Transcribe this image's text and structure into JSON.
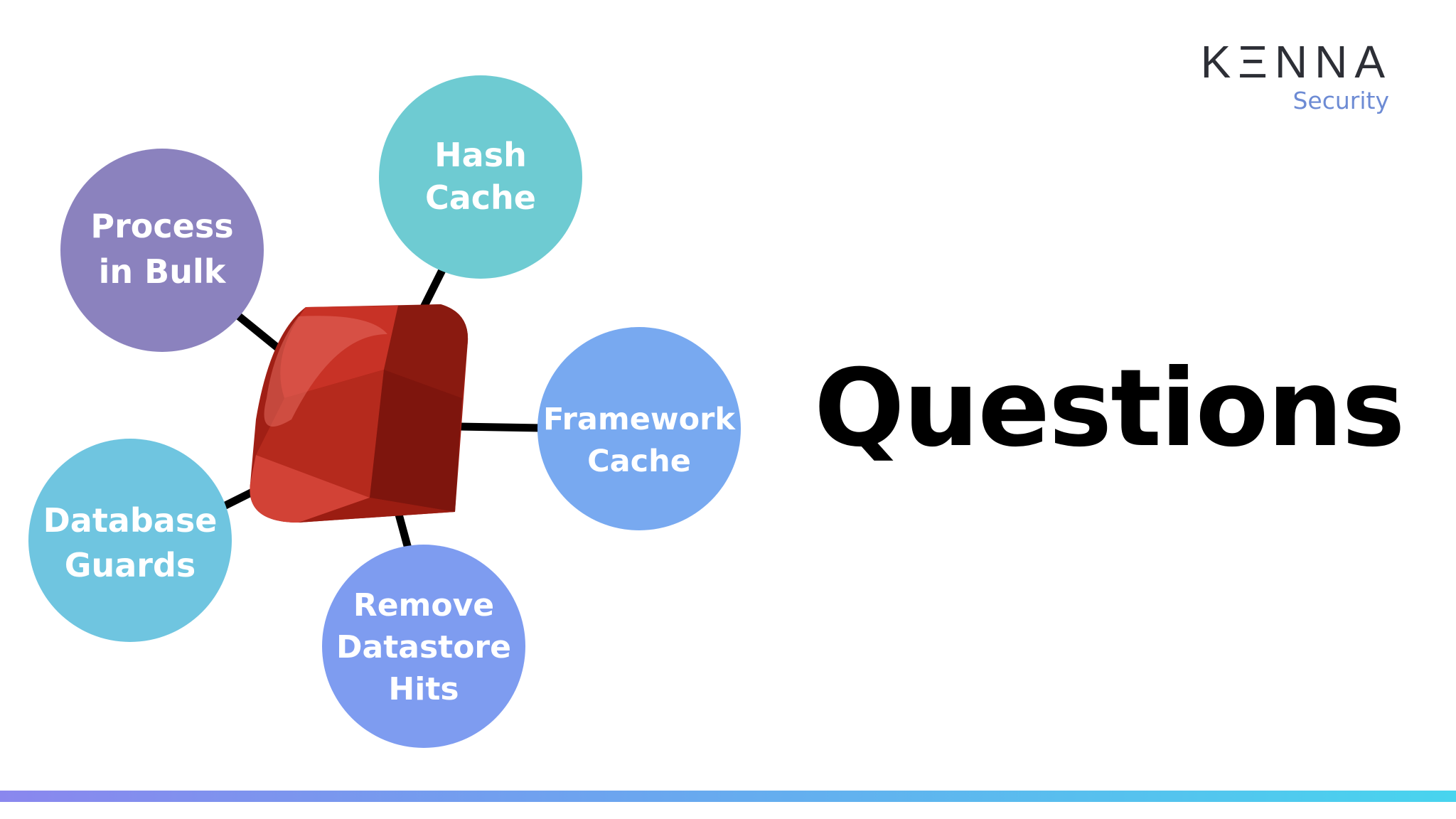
{
  "logo": {
    "word": "KΞNNA",
    "sub": "Security"
  },
  "title": "Questions",
  "nodes": {
    "process_in_bulk": {
      "line1": "Process",
      "line2": "in Bulk",
      "color": "#8b82be"
    },
    "hash_cache": {
      "line1": "Hash",
      "line2": "Cache",
      "color": "#6ecbd2"
    },
    "framework_cache": {
      "line1": "Framework",
      "line2": "Cache",
      "color": "#78a9f0"
    },
    "remove_datastore_hits": {
      "line1": "Remove",
      "line2": "Datastore",
      "line3": "Hits",
      "color": "#7e9cf0"
    },
    "database_guards": {
      "line1": "Database",
      "line2": "Guards",
      "color": "#6fc5e0"
    }
  },
  "colors": {
    "ruby_dark": "#8e1a12",
    "ruby_mid": "#b8291d",
    "ruby_light": "#d9463a",
    "connector": "#000000",
    "bar_start": "#8a87ee",
    "bar_end": "#48d4ee"
  },
  "icons": {
    "center": "ruby-gem-icon"
  }
}
